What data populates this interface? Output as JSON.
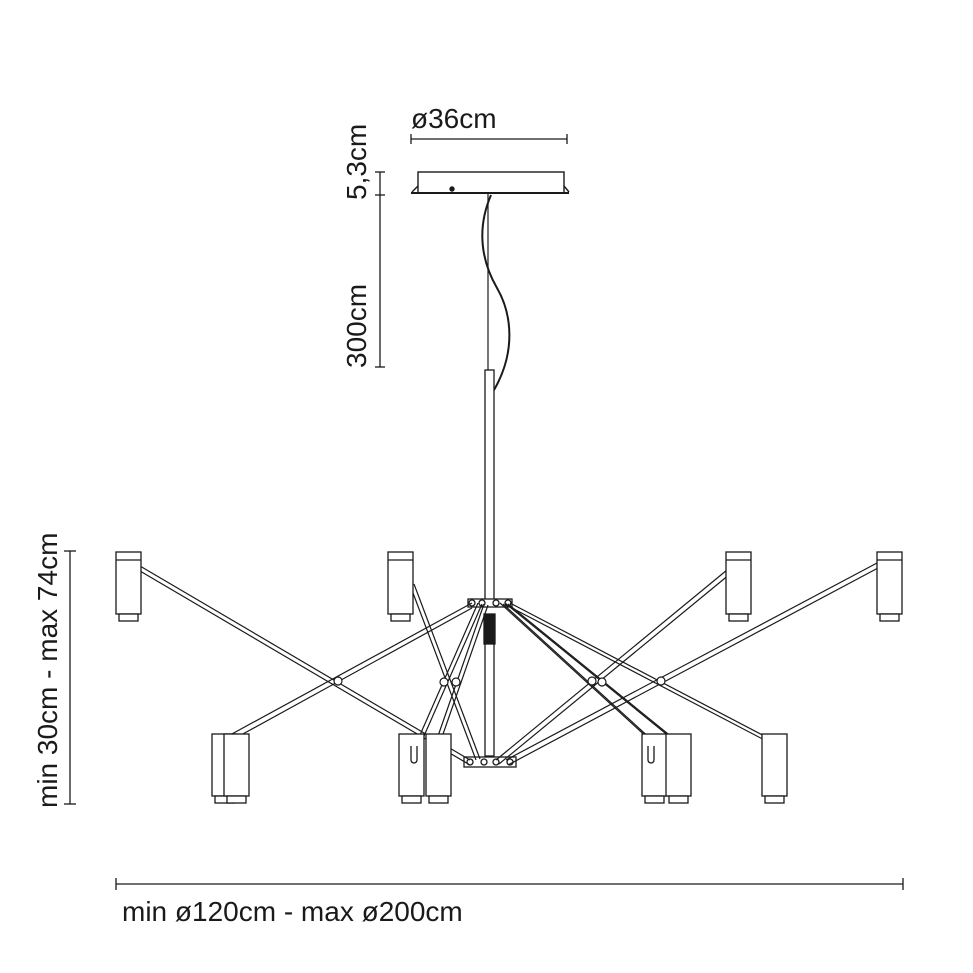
{
  "dimensions": {
    "canopy_diameter": "ø36cm",
    "canopy_height": "5,3cm",
    "cable_length": "300cm",
    "fixture_height": "min 30cm - max 74cm",
    "fixture_diameter": "min ø120cm - max ø200cm"
  },
  "colors": {
    "line": "#1a1a1a",
    "background": "#ffffff"
  }
}
